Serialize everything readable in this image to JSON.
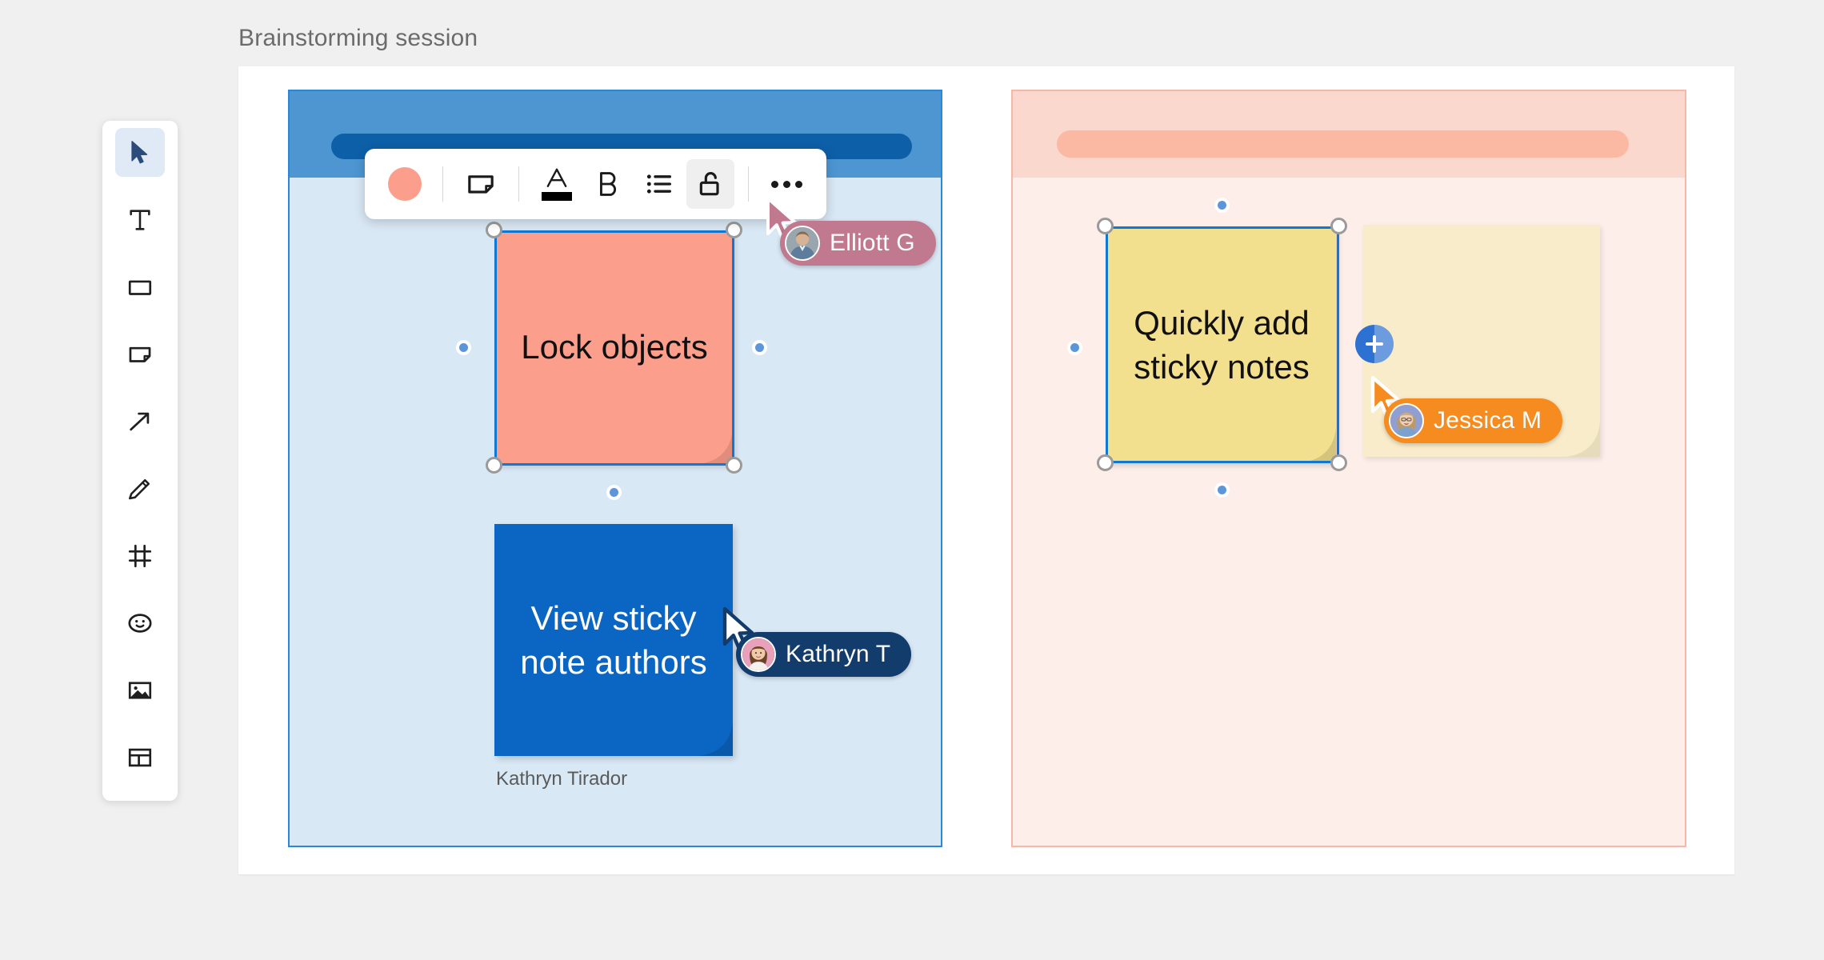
{
  "page": {
    "title": "Brainstorming session",
    "background_color": "#f0f0f0"
  },
  "toolbar": {
    "name": "creation-toolbar",
    "active_tool": "select",
    "items": [
      {
        "id": "select",
        "icon": "cursor-icon",
        "label": "Select",
        "active": true
      },
      {
        "id": "text",
        "icon": "text-icon",
        "label": "Text",
        "active": false
      },
      {
        "id": "shape",
        "icon": "rectangle-icon",
        "label": "Shape",
        "active": false
      },
      {
        "id": "sticky",
        "icon": "sticky-note-icon",
        "label": "Sticky note",
        "active": false
      },
      {
        "id": "arrow",
        "icon": "arrow-icon",
        "label": "Connector",
        "active": false
      },
      {
        "id": "pen",
        "icon": "pen-icon",
        "label": "Pen",
        "active": false
      },
      {
        "id": "frame",
        "icon": "frame-icon",
        "label": "Frame",
        "active": false
      },
      {
        "id": "emoji",
        "icon": "smiley-icon",
        "label": "Emoji",
        "active": false
      },
      {
        "id": "image",
        "icon": "image-icon",
        "label": "Image",
        "active": false
      },
      {
        "id": "template",
        "icon": "template-icon",
        "label": "Template",
        "active": false
      }
    ]
  },
  "context_toolbar": {
    "name": "object-context-toolbar",
    "color_swatch": "#fb9e8c",
    "items": [
      {
        "id": "fill-color",
        "icon": "color-swatch-icon",
        "label": "Fill color",
        "hovered": false
      },
      {
        "id": "note-shape",
        "icon": "sticky-note-icon",
        "label": "Shape",
        "hovered": false
      },
      {
        "id": "text-color",
        "icon": "text-color-icon",
        "label": "Text color",
        "hovered": false
      },
      {
        "id": "bold",
        "icon": "bold-icon",
        "label": "Bold",
        "hovered": false
      },
      {
        "id": "bullet-list",
        "icon": "bullet-list-icon",
        "label": "List",
        "hovered": false
      },
      {
        "id": "unlock",
        "icon": "unlock-icon",
        "label": "Unlock",
        "hovered": true
      },
      {
        "id": "more",
        "icon": "more-horizontal-icon",
        "label": "More",
        "hovered": false
      }
    ]
  },
  "boards": [
    {
      "id": "board-blue",
      "name": "board-card-blue",
      "header_color": "#4d96d1",
      "body_color": "#d9e8f5",
      "title_bar_color": "#0d5fa8",
      "title_bar_text": ""
    },
    {
      "id": "board-pink",
      "name": "board-card-pink",
      "header_color": "#fbd8ce",
      "body_color": "#fdeeea",
      "title_bar_color": "#fbb8a3",
      "title_bar_text": ""
    }
  ],
  "notes": [
    {
      "id": "note-lock-objects",
      "text": "Lock objects",
      "color": "#fb9e8c",
      "text_color": "#101010",
      "selected": true,
      "author": ""
    },
    {
      "id": "note-view-authors",
      "text": "View sticky note authors",
      "color": "#0b66c3",
      "text_color": "#ffffff",
      "selected": false,
      "author": "Kathryn Tirador"
    },
    {
      "id": "note-quickly-add",
      "text": "Quickly add sticky notes",
      "color": "#f3e08e",
      "text_color": "#101010",
      "selected": true,
      "author": ""
    },
    {
      "id": "note-ghost-preview",
      "text": "",
      "color": "#f8ecca",
      "text_color": "#101010",
      "selected": false,
      "author": ""
    }
  ],
  "add_button": {
    "name": "add-sticky-note-button",
    "icon": "plus-icon",
    "color": "#2d72d2"
  },
  "collaborators": [
    {
      "id": "elliott",
      "name": "Elliott G",
      "pill_color": "#c0798f",
      "cursor_color": "#c0798f",
      "avatar_tint": "#b9adaa"
    },
    {
      "id": "kathryn",
      "name": "Kathryn T",
      "pill_color": "#123c6b",
      "cursor_color": "#ffffff",
      "avatar_tint": "#e8a0bb"
    },
    {
      "id": "jessica",
      "name": "Jessica M",
      "pill_color": "#f68b1f",
      "cursor_color": "#f68b1f",
      "avatar_tint": "#7b9fd4"
    }
  ]
}
